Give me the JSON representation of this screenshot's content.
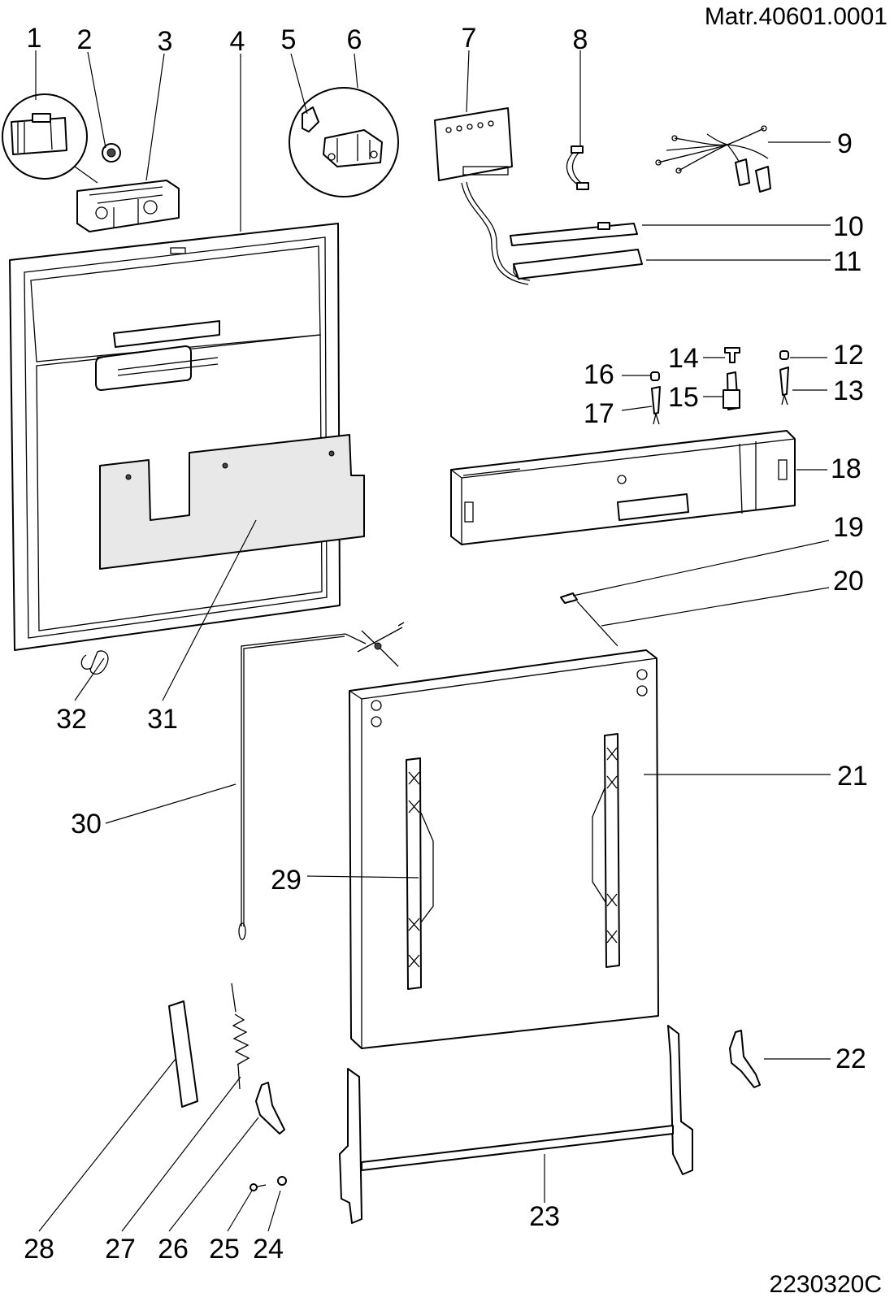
{
  "header": {
    "material_code": "Matr.40601.0001",
    "drawing_code": "2230320C"
  },
  "labels": {
    "l1": "1",
    "l2": "2",
    "l3": "3",
    "l4": "4",
    "l5": "5",
    "l6": "6",
    "l7": "7",
    "l8": "8",
    "l9": "9",
    "l10": "10",
    "l11": "11",
    "l12": "12",
    "l13": "13",
    "l14": "14",
    "l15": "15",
    "l16": "16",
    "l17": "17",
    "l18": "18",
    "l19": "19",
    "l20": "20",
    "l21": "21",
    "l22": "22",
    "l23": "23",
    "l24": "24",
    "l25": "25",
    "l26": "26",
    "l27": "27",
    "l28": "28",
    "l29": "29",
    "l30": "30",
    "l31": "31",
    "l32": "32"
  }
}
